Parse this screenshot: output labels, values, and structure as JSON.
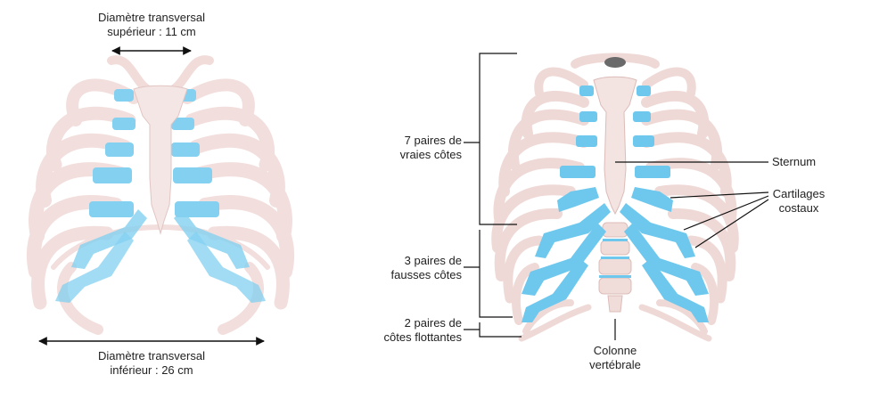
{
  "left_figure": {
    "top_label": [
      "Diamètre transversal",
      "supérieur : 11 cm"
    ],
    "bottom_label": [
      "Diamètre transversal",
      "inférieur : 26 cm"
    ]
  },
  "right_figure": {
    "bracket_true_ribs": [
      "7 paires de",
      "vraies côtes"
    ],
    "bracket_false_ribs": [
      "3 paires de",
      "fausses côtes"
    ],
    "bracket_floating_ribs": [
      "2 paires de",
      "côtes flottantes"
    ],
    "sternum": "Sternum",
    "costal_cartilage": [
      "Cartilages",
      "costaux"
    ],
    "spine": [
      "Colonne",
      "vertébrale"
    ]
  },
  "colors": {
    "bone": "#f2dfdd",
    "bone_stroke": "#dcbcb9",
    "cartilage": "#6ec8ee",
    "line": "#111111"
  }
}
